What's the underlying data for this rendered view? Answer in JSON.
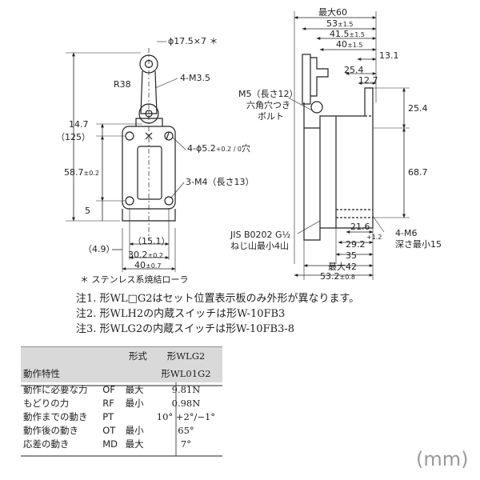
{
  "front_view": {
    "roller_dia": "ϕ17.5×7 ＊",
    "radius": "R38",
    "screw": "4-M3.5",
    "hole": "4-ϕ5.2",
    "hole_tol": "+0.2 / 0",
    "hole_suffix": "穴",
    "mount_screw": "3-M4（長さ13）",
    "d_14_7": "14.7",
    "d_125": "（125）",
    "d_58_7": "58.7",
    "d_58_7_tol": "±0.2",
    "d_5": "5",
    "d_4_9": "（4.9）",
    "d_15_1": "（15.1）",
    "d_30_2": "30.2",
    "d_30_2_tol": "±0.2",
    "d_40": "40",
    "d_40_tol": "±0.7",
    "roller_note": "＊ ステンレス系焼結ローラ"
  },
  "side_view": {
    "max60": "最大60",
    "d53": "53",
    "d53_tol": "±1.5",
    "d41_5": "41.5",
    "d41_5_tol": "±1.5",
    "d40": "40",
    "d40_tol": "±1.5",
    "d13_1": "13.1",
    "d25_4a": "25.4",
    "d12_7": "12.7",
    "d25_4b": "25.4",
    "d68_7": "68.7",
    "bolt_line1": "M5（長さ12）",
    "bolt_line2": "六角穴つき",
    "bolt_line3": "ボルト",
    "jis_line1": "JIS B0202 G½",
    "jis_line2": "ねじ山最小4山",
    "d21_6": "21.6",
    "d21_6_tol": "+1.2",
    "d29_2": "29.2",
    "d35": "35",
    "max42": "最大42",
    "d53_2": "53.2",
    "d53_2_tol": "±0.8",
    "m6_line1": "4-M6",
    "m6_line2": "深さ最小15"
  },
  "notes": [
    "注1. 形WL□G2はセット位置表示板のみ外形が異なります。",
    "注2. 形WLH2の内蔵スイッチは形W-10FB3",
    "注3. 形WLG2の内蔵スイッチは形W-10FB3-8"
  ],
  "spec_table": {
    "col_type": "形式",
    "model1": "形WLG2",
    "model2": "形WL01G2",
    "row_header": "動作特性",
    "rows": [
      {
        "name": "動作に必要な力",
        "abbr": "OF",
        "cond": "最大",
        "value": "9.81N"
      },
      {
        "name": "もどりの力",
        "abbr": "RF",
        "cond": "最小",
        "value": "0.98N"
      },
      {
        "name": "動作までの動き",
        "abbr": "PT",
        "cond": "",
        "value": "10° +2°/−1°"
      },
      {
        "name": "動作後の動き",
        "abbr": "OT",
        "cond": "最小",
        "value": "65°"
      },
      {
        "name": "応差の動き",
        "abbr": "MD",
        "cond": "最大",
        "value": "7°"
      }
    ]
  },
  "unit_label": "(mm)"
}
